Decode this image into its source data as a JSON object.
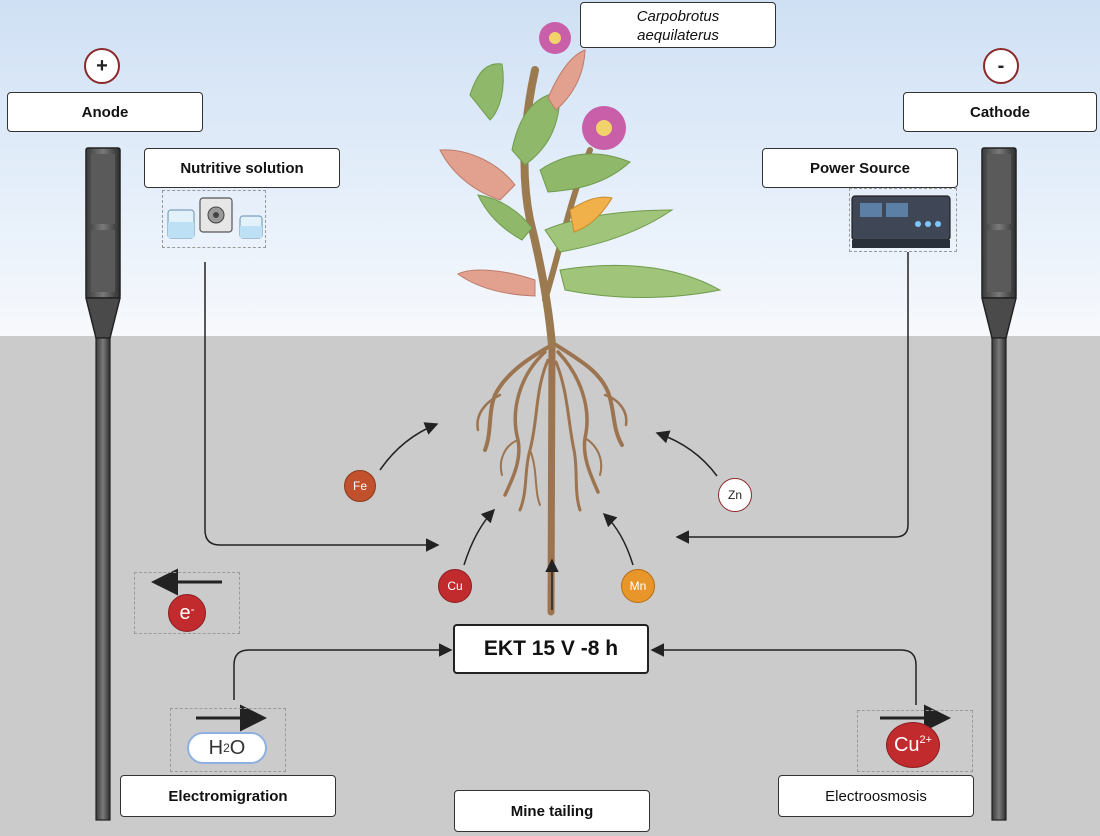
{
  "plant": {
    "species_line1": "Carpobrotus",
    "species_line2": "aequilaterus"
  },
  "electrodes": {
    "anode": {
      "label": "Anode",
      "sign": "+"
    },
    "cathode": {
      "label": "Cathode",
      "sign": "-"
    }
  },
  "equipment": {
    "nutritive_label": "Nutritive solution",
    "power_label": "Power Source"
  },
  "ions": {
    "fe": "Fe",
    "cu": "Cu",
    "mn": "Mn",
    "zn": "Zn",
    "electron": "e",
    "electron_sup": "-",
    "cu2": "Cu",
    "cu2_sup": "2+"
  },
  "water": {
    "h": "H",
    "sub": "2",
    "o": "O"
  },
  "treatment": {
    "label": "EKT 15 V -8 h"
  },
  "processes": {
    "electromigration": "Electromigration",
    "electroosmosis": "Electroosmosis"
  },
  "medium": {
    "label": "Mine tailing"
  },
  "colors": {
    "fe": "#c1502c",
    "cu": "#c12b2e",
    "mn": "#e8962a",
    "zn": "#ffffff",
    "soil": "#cbcbcb",
    "root": "#9c7450",
    "leaf": "#8fb86a",
    "flower": "#c85fa8"
  }
}
